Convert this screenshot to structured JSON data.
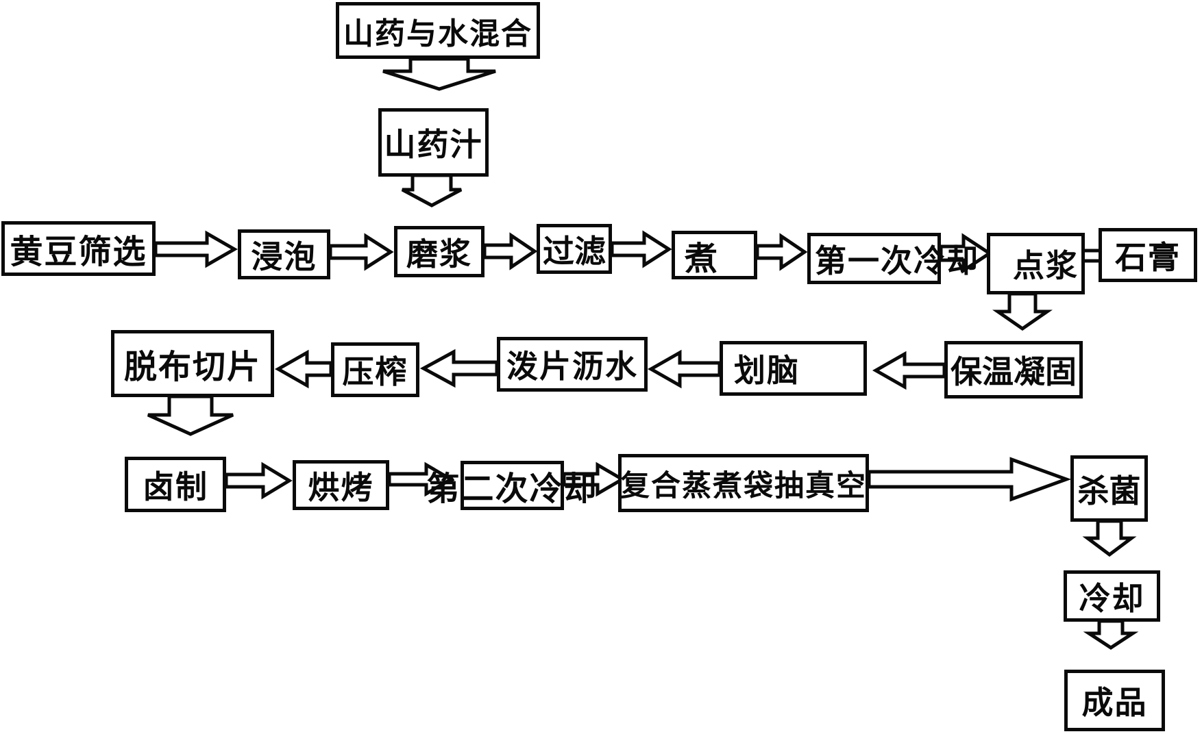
{
  "diagram": {
    "type": "flowchart",
    "language": "zh",
    "nodes": {
      "yam_water_mix": {
        "label": "山药与水混合"
      },
      "yam_juice": {
        "label": "山药汁"
      },
      "soybean_screening": {
        "label": "黄豆筛选"
      },
      "soaking": {
        "label": "浸泡"
      },
      "grinding": {
        "label": "磨浆"
      },
      "filtering": {
        "label": "过滤"
      },
      "boiling": {
        "label": "煮"
      },
      "first_cooling": {
        "label": "第一次冷却"
      },
      "curdling": {
        "label": "点浆"
      },
      "gypsum": {
        "label": "石膏"
      },
      "solidification": {
        "label": "保温凝固"
      },
      "curd_cutting": {
        "label": "划脑"
      },
      "slice_draining": {
        "label": "泼片沥水"
      },
      "pressing": {
        "label": "压榨"
      },
      "decloth_slicing": {
        "label": "脱布切片"
      },
      "braising": {
        "label": "卤制"
      },
      "baking": {
        "label": "烘烤"
      },
      "second_cooling": {
        "label": "第二次冷却"
      },
      "vacuum_pouch": {
        "label": "复合蒸煮袋抽真空"
      },
      "sterilization": {
        "label": "杀菌"
      },
      "cooling": {
        "label": "冷却"
      },
      "finished_product": {
        "label": "成品"
      }
    },
    "edges": [
      [
        "yam_water_mix",
        "yam_juice"
      ],
      [
        "yam_juice",
        "grinding"
      ],
      [
        "soybean_screening",
        "soaking"
      ],
      [
        "soaking",
        "grinding"
      ],
      [
        "grinding",
        "filtering"
      ],
      [
        "filtering",
        "boiling"
      ],
      [
        "boiling",
        "first_cooling"
      ],
      [
        "first_cooling",
        "curdling"
      ],
      [
        "gypsum",
        "curdling"
      ],
      [
        "curdling",
        "solidification"
      ],
      [
        "solidification",
        "curd_cutting"
      ],
      [
        "curd_cutting",
        "slice_draining"
      ],
      [
        "slice_draining",
        "pressing"
      ],
      [
        "pressing",
        "decloth_slicing"
      ],
      [
        "decloth_slicing",
        "braising"
      ],
      [
        "braising",
        "baking"
      ],
      [
        "baking",
        "second_cooling"
      ],
      [
        "second_cooling",
        "vacuum_pouch"
      ],
      [
        "vacuum_pouch",
        "sterilization"
      ],
      [
        "sterilization",
        "cooling"
      ],
      [
        "cooling",
        "finished_product"
      ]
    ],
    "colors": {
      "ink": "#0a0a0a",
      "background": "#ffffff"
    }
  }
}
